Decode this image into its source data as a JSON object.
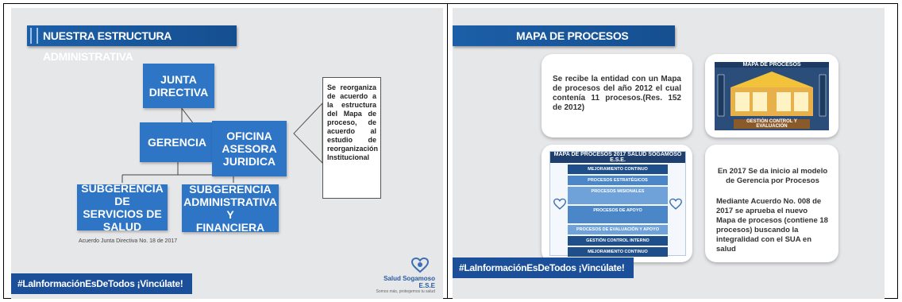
{
  "slide1": {
    "title": "NUESTRA ESTRUCTURA ADMINISTRATIVA",
    "boxes": {
      "junta": "JUNTA\nDIRECTIVA",
      "gerencia": "GERENCIA",
      "oficina": "OFICINA\nASESORA\nJURIDICA",
      "sub_servicios": "SUBGERENCIA DE\nSERVICIOS DE\nSALUD",
      "sub_admin": "SUBGERENCIA\nADMINISTRATIVA Y\nFINANCIERA"
    },
    "note": "Se reorganiza de acuerdo a la estructura del Mapa de proceso, de acuerdo al estudio de reorganización Institucional",
    "footnote": "Acuerdo Junta Directiva No. 18 de 2017",
    "hashtag": "#LaInformaciónEsDeTodos ¡Vincúlate!",
    "logo_text": "Salud Sogamoso E.S.E",
    "logo_tagline": "Somos más, protegemos tu salud"
  },
  "slide2": {
    "title": "MAPA DE PROCESOS",
    "text1": "Se recibe la entidad con un Mapa de procesos del año 2012 el cual contenía 11 procesos.(Res. 152 de 2012)",
    "map_title": "MAPA DE PROCESOS",
    "map_footer": "GESTIÓN CONTROL Y EVALUACIÓN",
    "diagram_title": "MAPA DE PROCESOS 2017 SALUD SOGAMOSO E.S.E.",
    "diagram_rows": [
      "MEJORAMIENTO CONTINUO",
      "PROCESOS ESTRATÉGICOS",
      "PROCESOS MISIONALES",
      "PROCESOS DE APOYO",
      "PROCESOS DE EVALUACIÓN Y APOYO",
      "GESTIÓN CONTROL INTERNO",
      "MEJORAMIENTO CONTINUO"
    ],
    "text2a": "En 2017 Se da inicio al modelo de Gerencia por Procesos",
    "text2b": "Mediante Acuerdo No. 008 de 2017 se aprueba el nuevo Mapa de procesos (contiene 18 procesos) buscando la integralidad con el SUA en salud",
    "hashtag": "#LaInformaciónEsDeTodos ¡Vincúlate!"
  },
  "colors": {
    "title_bar": "#1c5fa8",
    "box": "#2f75c6",
    "slide_bg": "#e6e7e9"
  }
}
